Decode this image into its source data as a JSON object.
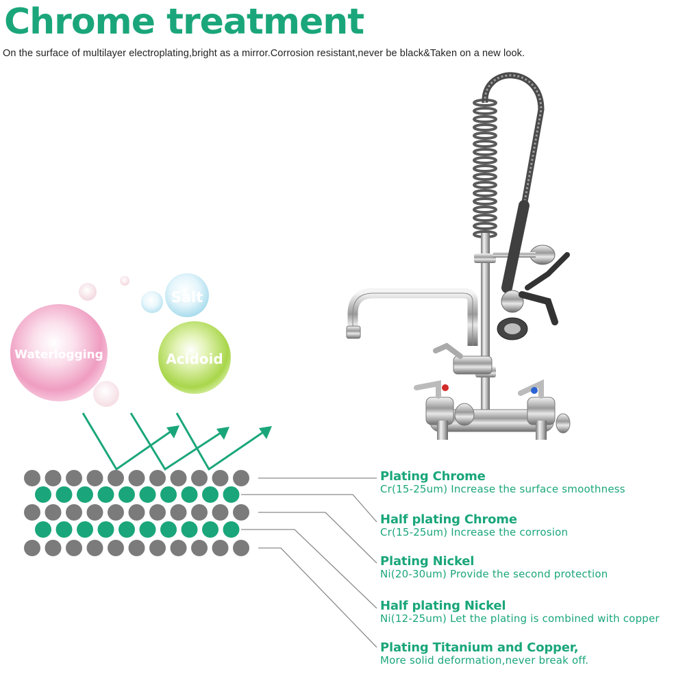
{
  "header": {
    "title": "Chrome treatment",
    "subtitle": "On the surface of multilayer electroplating,bright as a mirror.Corrosion resistant,never be black&Taken on a new look."
  },
  "bubbles": [
    {
      "label": "Waterlogging",
      "color": "#f0a3c4"
    },
    {
      "label": "Salt",
      "color": "#bfe6f3"
    },
    {
      "label": "Acidoid",
      "color": "#b9de62"
    }
  ],
  "layers": [
    {
      "title": "Plating Chrome",
      "desc": "Cr(15-25um) Increase the surface smoothness"
    },
    {
      "title": "Half plating Chrome",
      "desc": "Cr(15-25um) Increase the corrosion"
    },
    {
      "title": "Plating Nickel",
      "desc": "Ni(20-30um) Provide the second protection"
    },
    {
      "title": "Half plating Nickel",
      "desc": "Ni(12-25um) Let the plating is combined with copper"
    },
    {
      "title": "Plating Titanium and Copper,",
      "desc": "More solid deformation,never break off."
    }
  ],
  "colors": {
    "accent": "#1aa67a",
    "gray_dot": "#7b7b7b",
    "green_dot": "#1aa67a"
  }
}
